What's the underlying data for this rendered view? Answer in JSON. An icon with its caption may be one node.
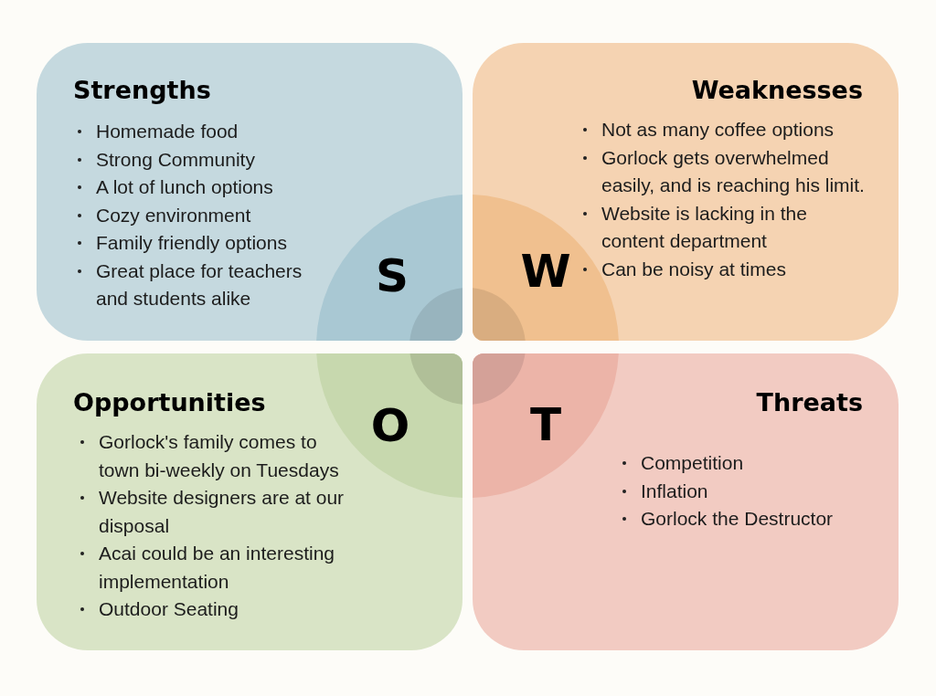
{
  "diagram": {
    "nodes": [
      {
        "text": [
          "Strengths",
          "Homemade food",
          "Strong Community",
          "A lot of lunch options",
          "Cozy environment",
          "Family friendly options",
          "Great place for teachers and students alike"
        ]
      },
      {
        "text": [
          "S"
        ],
        "in": 0
      },
      {
        "text": [
          "Weaknesses",
          "Not as many coffee options",
          "Gorlock gets overwhelmed easily, and is reaching his limit.",
          "Website is lacking in the content department",
          "Can be noisy at times"
        ]
      },
      {
        "text": [
          "W"
        ],
        "in": 2
      },
      {
        "text": [
          "Opportunities",
          "Gorlock's family comes to town bi-weekly on Tuesdays",
          "Website designers are at our disposal",
          "Acai could be an interesting implementation",
          "Outdoor Seating"
        ]
      },
      {
        "text": [
          "O"
        ],
        "in": 4
      },
      {
        "text": [
          "Threats",
          "Competition",
          "Inflation",
          "Gorlock the Destructor"
        ]
      },
      {
        "text": [
          "T"
        ],
        "in": 6
      }
    ]
  }
}
